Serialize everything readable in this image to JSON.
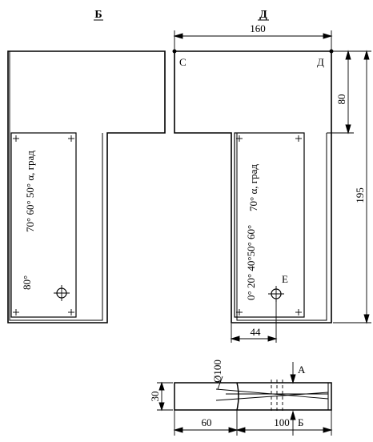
{
  "views": {
    "left_title": "Б",
    "right_title": "Д"
  },
  "points": {
    "c": "С",
    "d": "Д",
    "e": "Е"
  },
  "dimensions": {
    "width_top": "160",
    "height_step": "80",
    "height_total": "195",
    "offset_e": "44",
    "diameter": "Ø100",
    "thickness": "30",
    "dist_60": "60",
    "dist_100": "100"
  },
  "section_marks": {
    "a": "А",
    "b": "Б"
  },
  "scale_left": {
    "top_label": "70° 60° 50° α, град",
    "bottom_label": "80°"
  },
  "scale_right": {
    "top_label": "70° α, град",
    "mid_label": "0° 20° 40°50° 60°"
  }
}
